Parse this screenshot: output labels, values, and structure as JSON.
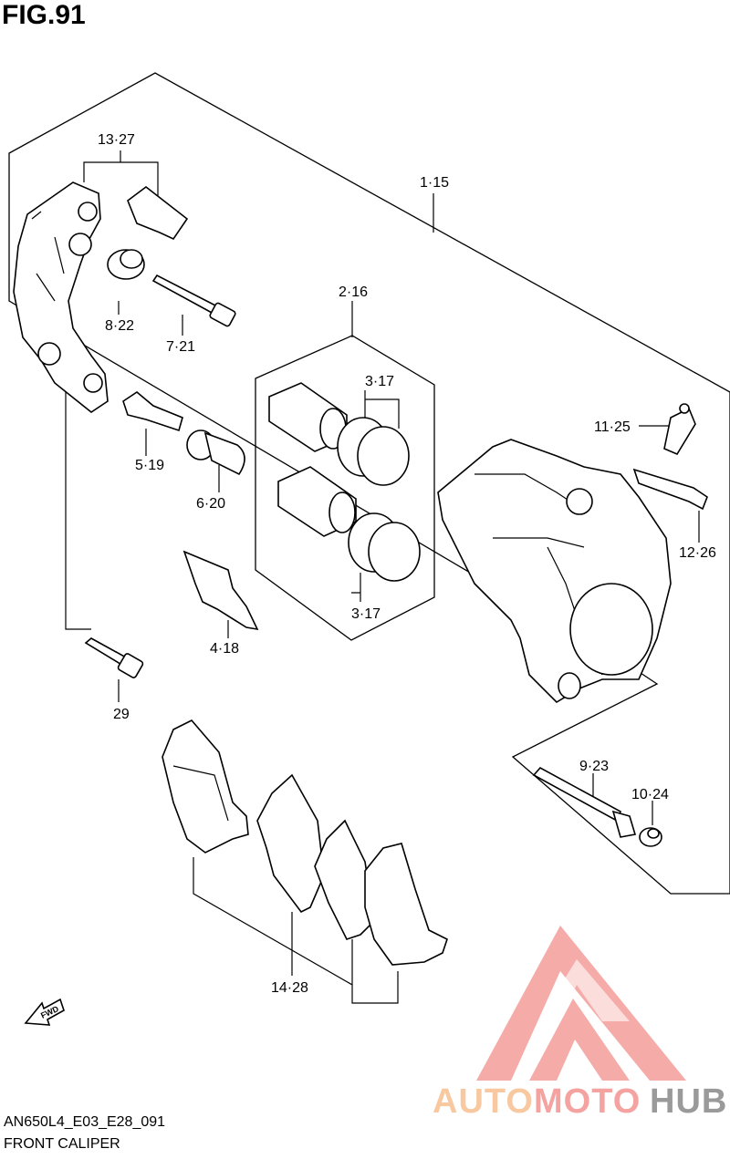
{
  "figure": {
    "title": "FIG.91",
    "code": "AN650L4_E03_E28_091",
    "name": "FRONT CALIPER"
  },
  "callouts": [
    {
      "id": "c1",
      "text": "13·27"
    },
    {
      "id": "c2",
      "text": "1·15"
    },
    {
      "id": "c3",
      "text": "2·16"
    },
    {
      "id": "c4",
      "text": "3·17"
    },
    {
      "id": "c5",
      "text": "3·17"
    },
    {
      "id": "c6",
      "text": "8·22"
    },
    {
      "id": "c7",
      "text": "7·21"
    },
    {
      "id": "c8",
      "text": "5·19"
    },
    {
      "id": "c9",
      "text": "6·20"
    },
    {
      "id": "c10",
      "text": "4·18"
    },
    {
      "id": "c11",
      "text": "29"
    },
    {
      "id": "c12",
      "text": "11·25"
    },
    {
      "id": "c13",
      "text": "12·26"
    },
    {
      "id": "c14",
      "text": "9·23"
    },
    {
      "id": "c15",
      "text": "10·24"
    },
    {
      "id": "c16",
      "text": "14·28"
    }
  ],
  "fwd_label": "FWD",
  "watermark": {
    "auto": "AUTO",
    "moto": "MOTO",
    "hub": "HUB",
    "colors": {
      "triangle": "#f4a3a0",
      "auto": "#f8c9a0",
      "moto": "#f4a3a0",
      "hub": "#9a9a9a"
    }
  }
}
